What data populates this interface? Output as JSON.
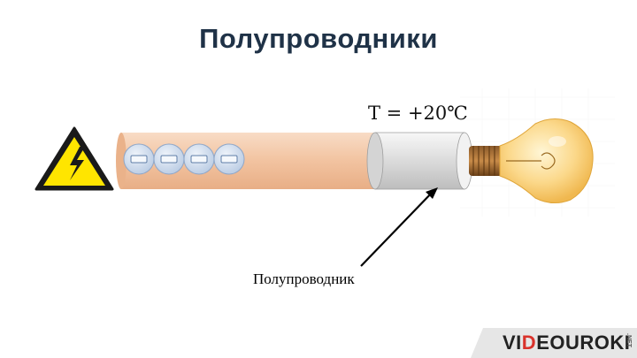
{
  "slide": {
    "title": "Полупроводники",
    "temperature_label": "T = +20℃",
    "semiconductor_label": "Полупроводник",
    "electron_symbol": "−",
    "electrons_count": 4
  },
  "brand": {
    "part1": "VI",
    "part2": "D",
    "part3": "EOUROKI",
    "tld": ".NET"
  },
  "colors": {
    "title": "#1f3247",
    "wire": "#f2c6a5",
    "electron": "#c9d7ea",
    "warning": "#ffe500",
    "brand_red": "#d9322b"
  }
}
